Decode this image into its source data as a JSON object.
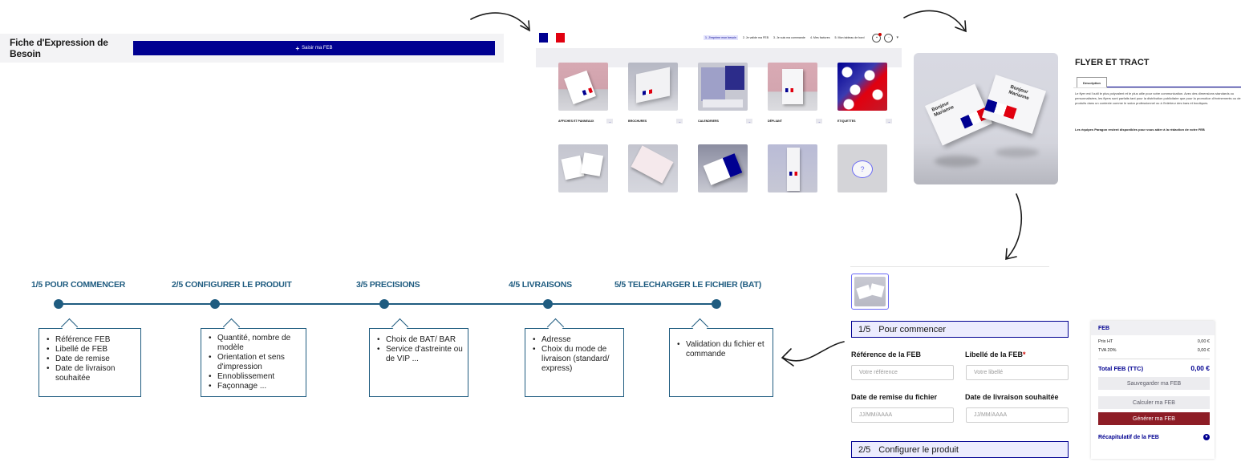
{
  "feb_bar": {
    "title": "Fiche d'Expression de Besoin",
    "button_label": "Saisir ma FEB",
    "button_icon": "plus-icon"
  },
  "catalog": {
    "nav": [
      {
        "label": "1. J'exprime mon besoin",
        "active": true
      },
      {
        "label": "2. Je valide ma FEB",
        "active": false
      },
      {
        "label": "3. Je suis ma commande",
        "active": false
      },
      {
        "label": "4. Mes factures",
        "active": false
      },
      {
        "label": "5. Mon tableau de bord",
        "active": false
      }
    ],
    "icons": [
      "cart-icon",
      "user-icon"
    ],
    "products": [
      {
        "label": "AFFICHES ET PANNEAUX"
      },
      {
        "label": "BROCHURES"
      },
      {
        "label": "CALENDRIERS"
      },
      {
        "label": "DÉPLIANT"
      },
      {
        "label": "ETIQUETTES"
      },
      {
        "label": ""
      },
      {
        "label": ""
      },
      {
        "label": ""
      },
      {
        "label": ""
      },
      {
        "label": ""
      }
    ],
    "go_glyph": "→"
  },
  "product": {
    "title": "FLYER ET TRACT",
    "tab": "Description",
    "description": "Le flyer est l'outil le plus polyvalent et le plus utile pour votre communication. Avec des dimensions standards ou personnalisées, les flyers sont parfaits tant pour la distribution publicitaire que pour la promotion d'événements ou de produits dans un contexte comme le salon professionnel ou à l'intérieur des bars et boutiques.",
    "support": "Les équipes Paragon restent disponibles pour vous aider à la rédaction de votre FEB",
    "mock_text": "Bonjour Marianne"
  },
  "timeline": {
    "steps": [
      {
        "label": "1/5 POUR COMMENCER",
        "items": [
          "Référence FEB",
          "Libellé de FEB",
          "Date de remise",
          "Date de livraison souhaitée"
        ]
      },
      {
        "label": "2/5 CONFIGURER LE PRODUIT",
        "items": [
          "Quantité, nombre de modèle",
          "Orientation et sens d'impression",
          "Ennoblissement",
          "Façonnage ..."
        ]
      },
      {
        "label": "3/5 PRECISIONS",
        "items": [
          "Choix de BAT/ BAR",
          "Service d'astreinte ou de VIP ..."
        ]
      },
      {
        "label": "4/5 LIVRAISONS",
        "items": [
          "Adresse",
          "Choix du mode de livraison (standard/ express)"
        ]
      },
      {
        "label": "5/5 TELECHARGER LE FICHIER (BAT)",
        "items": [
          "Validation du fichier et commande"
        ]
      }
    ]
  },
  "form": {
    "section1": {
      "num": "1/5",
      "title": "Pour commencer"
    },
    "section2": {
      "num": "2/5",
      "title": "Configurer le produit"
    },
    "ref_label": "Référence de la FEB",
    "ref_placeholder": "Votre référence",
    "libelle_label": "Libellé de la FEB",
    "required_mark": "*",
    "libelle_placeholder": "Votre libellé",
    "remise_label": "Date de remise du fichier",
    "remise_placeholder": "JJ/MM/AAAA",
    "livraison_label": "Date de livraison souhaitée",
    "livraison_placeholder": "JJ/MM/AAAA"
  },
  "summary": {
    "title": "FEB",
    "prix_ht_label": "Prix HT",
    "prix_ht_value": "0,00 €",
    "tva_label": "TVA 20%",
    "tva_value": "0,00 €",
    "total_label": "Total FEB (TTC)",
    "total_value": "0,00 €",
    "save_button": "Sauvegarder ma FEB",
    "calc_button": "Calculer ma FEB",
    "generate_button": "Générer ma FEB",
    "recap_label": "Récapitulatif de la FEB",
    "recap_icon": "chevron-down-icon"
  },
  "colors": {
    "primary_blue": "#000091",
    "marianne_red": "#e1000f",
    "timeline_blue": "#1f5c80",
    "generate_red": "#8d1d26"
  }
}
